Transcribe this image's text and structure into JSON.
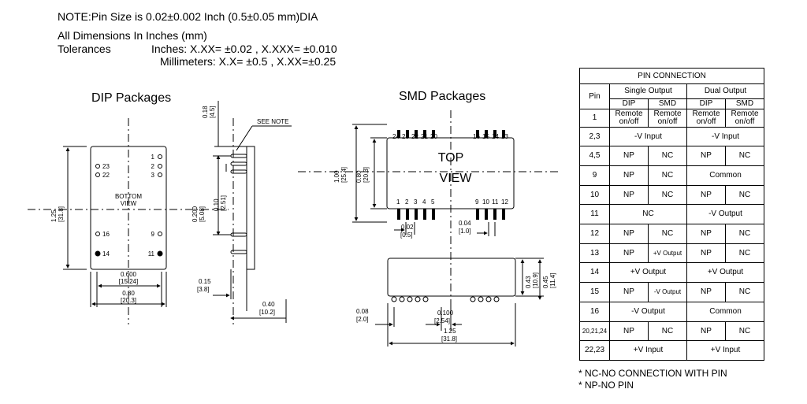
{
  "notes": {
    "line1": "NOTE:Pin Size is 0.02±0.002 Inch (0.5±0.05 mm)DIA",
    "line2": "All Dimensions In Inches (mm)",
    "line3_label": "Tolerances",
    "line3_value": "Inches: X.XX= ±0.02 , X.XXX= ±0.010",
    "line4": "Millimeters: X.X= ±0.5 , X.XX=±0.25"
  },
  "dip": {
    "title": "DIP Packages",
    "bottom_view": [
      "BOTTOM",
      "VIEW"
    ],
    "pins": [
      "1",
      "2",
      "3",
      "23",
      "22",
      "16",
      "9",
      "14",
      "11"
    ],
    "dims": {
      "width_in": "0.600",
      "width_mm": "[15.24]",
      "body_in": "0.80",
      "body_mm": "[20.3]",
      "height_in": "1.25",
      "height_mm": "[31.8]",
      "pin_row_in": "0.200",
      "pin_row_mm": "[5.08]",
      "pitch_in": "0.10",
      "pitch_mm": "[2.51]",
      "top_in": "0.18",
      "top_mm": "[4.5]",
      "standoff_in": "0.15",
      "standoff_mm": "[3.8]",
      "depth_in": "0.40",
      "depth_mm": "[10.2]"
    },
    "see_note": "SEE NOTE"
  },
  "smd": {
    "title": "SMD Packages",
    "top": "TOP",
    "view": "VIEW",
    "top_pins": [
      "24",
      "23",
      "22",
      "21",
      "20",
      "16",
      "15",
      "14",
      "13"
    ],
    "bottom_pins": [
      "1",
      "2",
      "3",
      "4",
      "5",
      "9",
      "10",
      "11",
      "12"
    ],
    "dims": {
      "height_in": "1.00",
      "height_mm": "[25.4]",
      "inner_in": "0.80",
      "inner_mm": "[20.3]",
      "pad_in": "0.02",
      "pad_mm": "[0.5]",
      "pad2_in": "0.04",
      "pad2_mm": "[1.0]",
      "side1_in": "0.43",
      "side1_mm": "[10.9]",
      "side2_in": "0.45",
      "side2_mm": "[11.4]",
      "lead_in": "0.08",
      "lead_mm": "[2.0]",
      "pitch_in": "0.100",
      "pitch_mm": "[2.54]",
      "len_in": "1.25",
      "len_mm": "[31.8]"
    }
  },
  "pin_table": {
    "title": "PIN CONNECTION",
    "pin_header": "Pin",
    "single_output": "Single Output",
    "dual_output": "Dual  Output",
    "dip": "DIP",
    "smd": "SMD",
    "remote": "Remote",
    "onoff": "on/off",
    "rows": {
      "r1": "1",
      "r23": "2,3",
      "r23_single": "-V Input",
      "r23_dual": "-V Input",
      "r45": "4,5",
      "r45_a": "NP",
      "r45_b": "NC",
      "r45_c": "NP",
      "r45_d": "NC",
      "r9": "9",
      "r9_a": "NP",
      "r9_b": "NC",
      "r9_dual": "Common",
      "r10": "10",
      "r10_a": "NP",
      "r10_b": "NC",
      "r10_c": "NP",
      "r10_d": "NC",
      "r11": "11",
      "r11_single": "NC",
      "r11_dual": "-V Output",
      "r12": "12",
      "r12_a": "NP",
      "r12_b": "NC",
      "r12_c": "NP",
      "r12_d": "NC",
      "r13": "13",
      "r13_a": "NP",
      "r13_b": "+V Output",
      "r13_c": "NP",
      "r13_d": "NC",
      "r14": "14",
      "r14_single": "+V Output",
      "r14_dual": "+V Output",
      "r15": "15",
      "r15_a": "NP",
      "r15_b": "-V Output",
      "r15_c": "NP",
      "r15_d": "NC",
      "r16": "16",
      "r16_single": "-V Output",
      "r16_dual": "Common",
      "r20": "20,21,24",
      "r20_a": "NP",
      "r20_b": "NC",
      "r20_c": "NP",
      "r20_d": "NC",
      "r22": "22,23",
      "r22_single": "+V Input",
      "r22_dual": "+V Input"
    }
  },
  "footnotes": {
    "nc": "* NC-NO CONNECTION WITH PIN",
    "np": "* NP-NO PIN"
  }
}
